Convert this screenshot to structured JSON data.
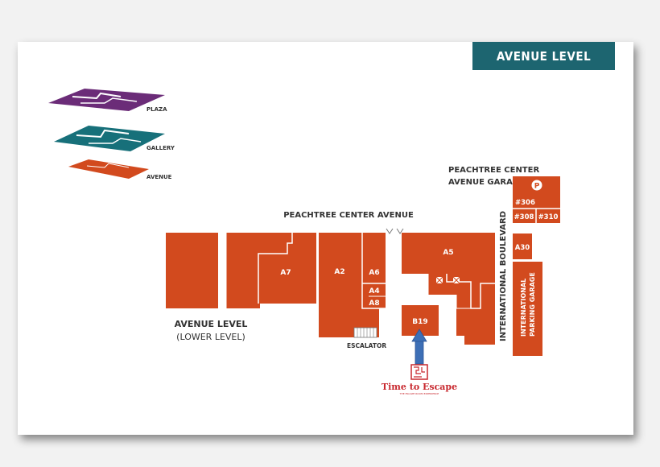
{
  "header": {
    "level_title": "AVENUE LEVEL"
  },
  "mini_levels": [
    {
      "label": "PLAZA",
      "color": "#6b2c78"
    },
    {
      "label": "GALLERY",
      "color": "#17707a"
    },
    {
      "label": "AVENUE",
      "color": "#d24a1e"
    }
  ],
  "streets": {
    "top": "PEACHTREE CENTER AVENUE",
    "right": "INTERNATIONAL BOULEVARD"
  },
  "garage": {
    "title_line1": "PEACHTREE CENTER",
    "title_line2": "AVENUE GARAGE",
    "parking_symbol": "P",
    "units": [
      "#306",
      "#308",
      "#310"
    ]
  },
  "parking_garage": {
    "line1": "INTERNATIONAL",
    "line2": "PARKING GARAGE"
  },
  "units": {
    "a7": "A7",
    "a2": "A2",
    "a6": "A6",
    "a4": "A4",
    "a8": "A8",
    "a5": "A5",
    "b19": "B19",
    "a30": "A30"
  },
  "level_caption": {
    "line1": "AVENUE LEVEL",
    "line2": "(LOWER LEVEL)"
  },
  "escalator_label": "ESCALATOR",
  "destination": {
    "name": "Time to Escape",
    "tagline": "THE ESCAPE ROOM EXPERIENCE"
  },
  "colors": {
    "store": "#d24a1e",
    "teal": "#1d6570",
    "arrow": "#3d6fb6",
    "logo_red": "#c8282e"
  }
}
